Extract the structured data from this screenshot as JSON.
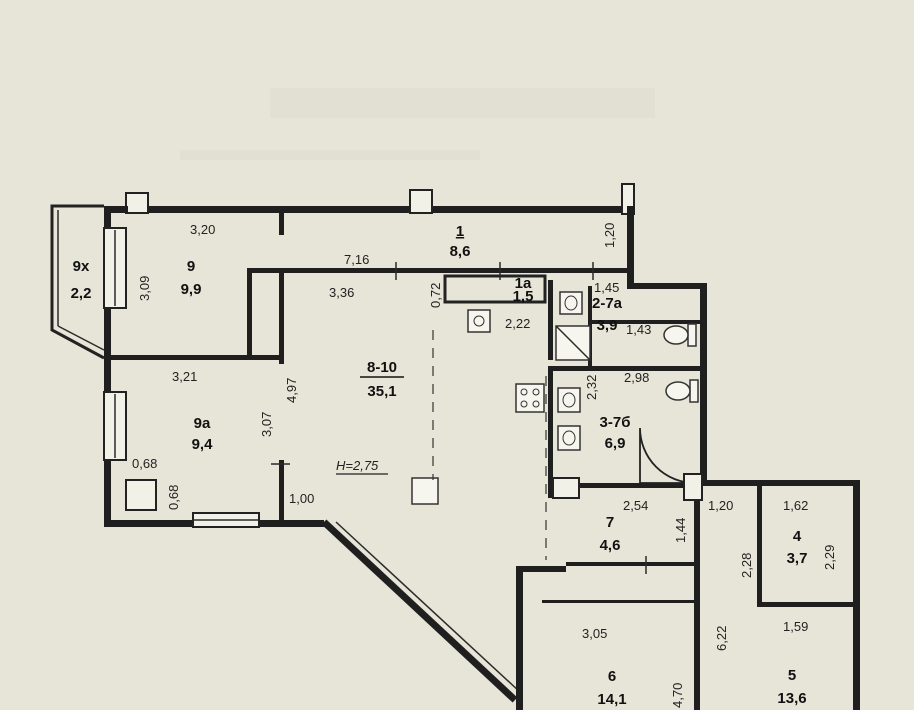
{
  "rooms": [
    {
      "no": "1",
      "area": "8,6"
    },
    {
      "no": "9",
      "area": "9,9"
    },
    {
      "no": "9х",
      "area": "2,2"
    },
    {
      "no": "9а",
      "area": "9,4"
    },
    {
      "no": "8-10",
      "area": "35,1"
    },
    {
      "no": "1а",
      "area": "1,5"
    },
    {
      "no": "2-7а",
      "area": "3,9"
    },
    {
      "no": "3-7б",
      "area": "6,9"
    },
    {
      "no": "7",
      "area": "4,6"
    },
    {
      "no": "4",
      "area": "3,7"
    },
    {
      "no": "6",
      "area": "14,1"
    },
    {
      "no": "5",
      "area": "13,6"
    }
  ],
  "dims": {
    "d320": "3,20",
    "d120a": "1,20",
    "d716": "7,16",
    "d309": "3,09",
    "d336": "3,36",
    "d072": "0,72",
    "d145": "1,45",
    "d222": "2,22",
    "d143": "1,43",
    "d497": "4,97",
    "d321": "3,21",
    "d307": "3,07",
    "d232": "2,32",
    "d298": "2,98",
    "d068a": "0,68",
    "d068b": "0,68",
    "d100": "1,00",
    "d254": "2,54",
    "d120b": "1,20",
    "d162": "1,62",
    "d144": "1,44",
    "d228": "2,28",
    "d229": "2,29",
    "d305": "3,05",
    "d622": "6,22",
    "d159": "1,59",
    "d470": "4,70"
  },
  "height_mark": "H=2,75"
}
